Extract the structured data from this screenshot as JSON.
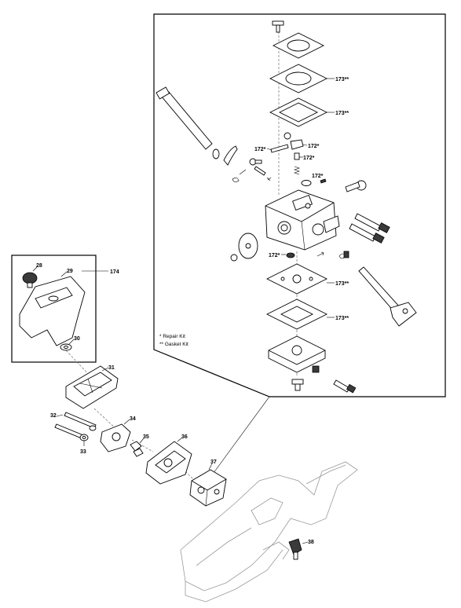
{
  "labels": {
    "l28": "28",
    "l29": "29",
    "l30": "30",
    "l31": "31",
    "l32": "32",
    "l33": "33",
    "l34": "34",
    "l35": "35",
    "l36": "36",
    "l37": "37",
    "l38": "38",
    "l174": "174",
    "l173a": "173**",
    "l173b": "173**",
    "l173c": "173**",
    "l173d": "173**",
    "l172a": "172*",
    "l172b": "172*",
    "l172c": "172*",
    "l172d": "172*",
    "l172e": "172*"
  },
  "legend": {
    "repair": "* Repair Kit",
    "gasket": "** Gasket Kit"
  }
}
